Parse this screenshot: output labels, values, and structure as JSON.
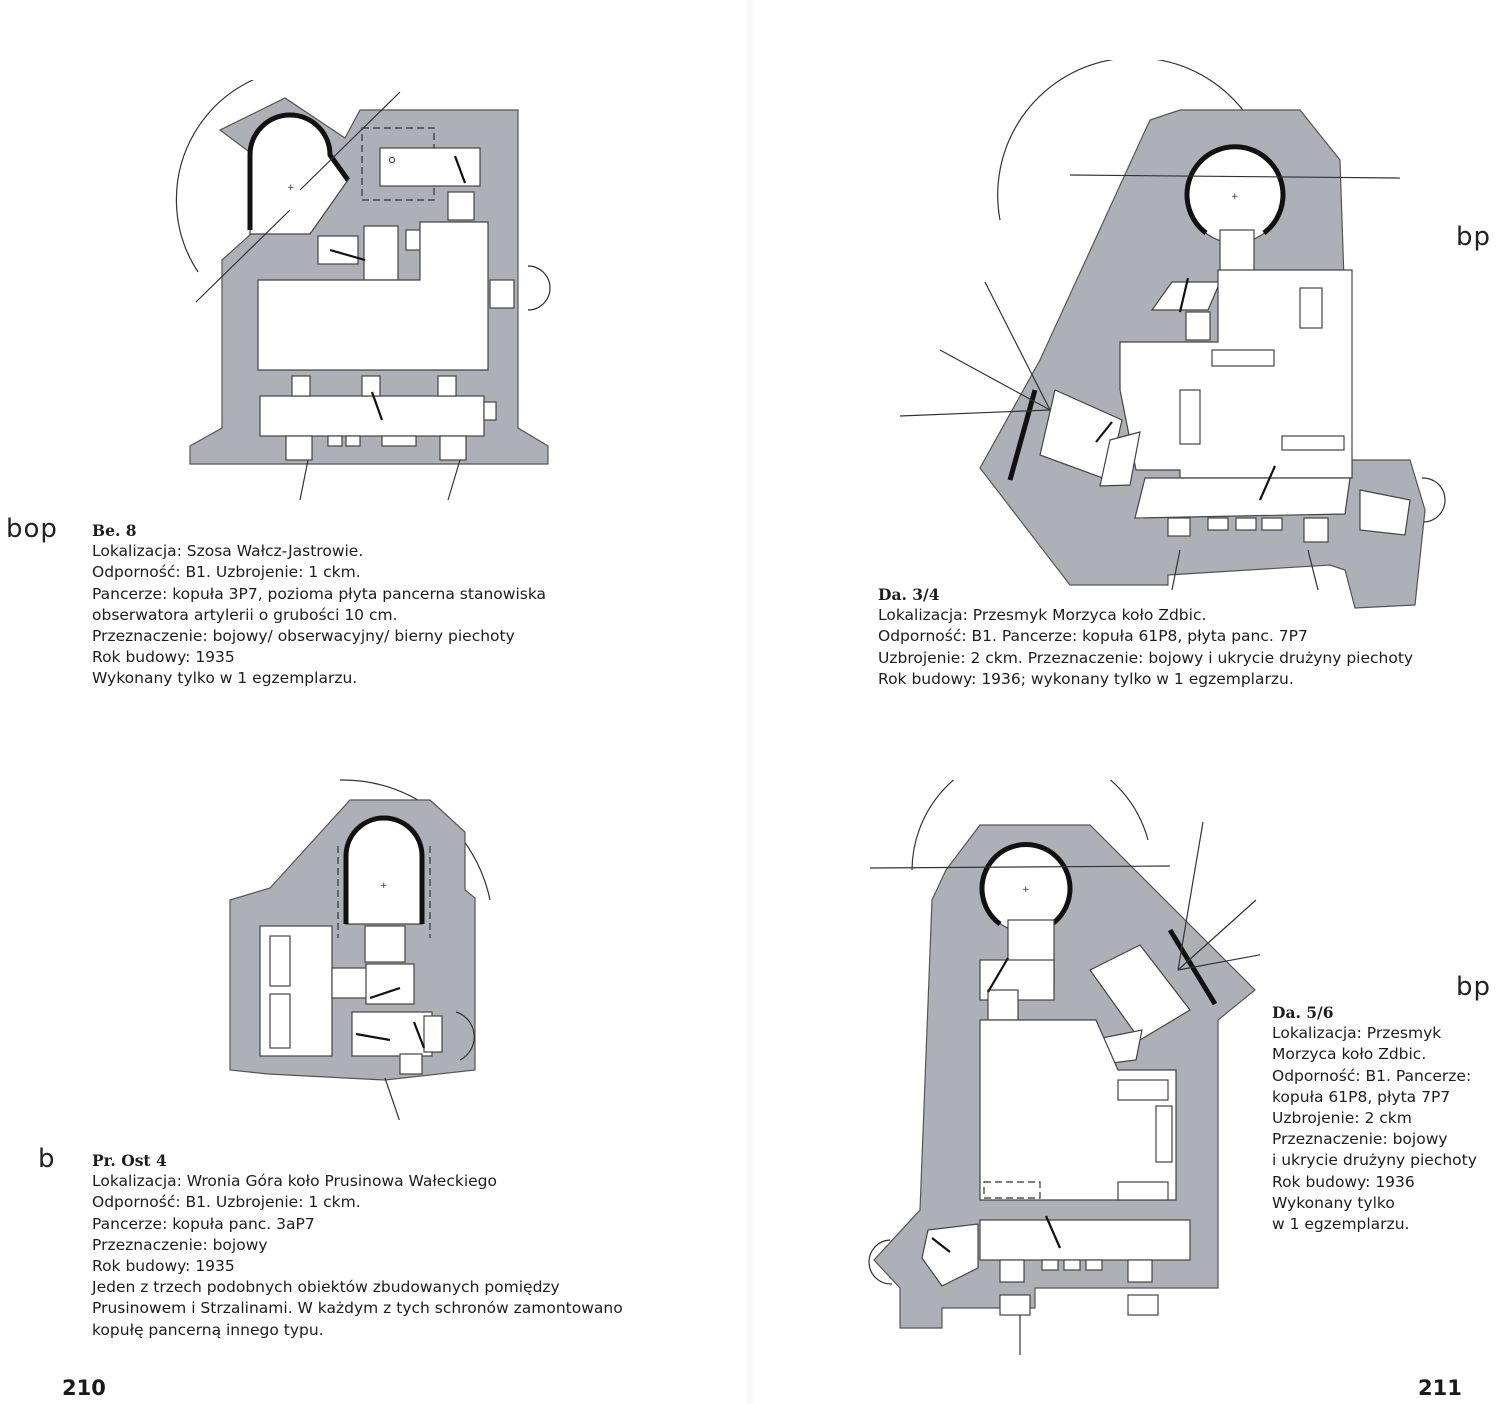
{
  "side_tags": {
    "bop": "bop",
    "bp_top": "bp",
    "b": "b",
    "bp_bottom": "bp"
  },
  "entries": {
    "be8": {
      "title": "Be. 8",
      "lines": [
        "Lokalizacja: Szosa Wałcz-Jastrowie.",
        "Odporność: B1. Uzbrojenie: 1 ckm.",
        "Pancerze: kopuła 3P7, pozioma płyta pancerna stanowiska",
        "obserwatora artylerii o grubości 10 cm.",
        "Przeznaczenie: bojowy/ obserwacyjny/ bierny piechoty",
        "Rok budowy: 1935",
        "Wykonany tylko w 1 egzemplarzu."
      ]
    },
    "da34": {
      "title": "Da. 3/4",
      "lines": [
        "Lokalizacja: Przesmyk Morzyca koło Zdbic.",
        "Odporność: B1. Pancerze: kopuła 61P8, płyta panc. 7P7",
        "Uzbrojenie: 2 ckm. Przeznaczenie: bojowy i ukrycie drużyny piechoty",
        "Rok budowy: 1936; wykonany tylko w 1 egzemplarzu."
      ]
    },
    "prost4": {
      "title": "Pr. Ost 4",
      "lines": [
        "Lokalizacja: Wronia Góra koło Prusinowa Wałeckiego",
        "Odporność: B1. Uzbrojenie: 1 ckm.",
        "Pancerze: kopuła panc. 3aP7",
        "Przeznaczenie: bojowy",
        "Rok budowy: 1935",
        "Jeden z trzech podobnych obiektów zbudowanych pomiędzy",
        "Prusinowem i Strzalinami. W każdym z tych schronów zamontowano",
        "kopułę pancerną innego typu."
      ]
    },
    "da56": {
      "title": "Da. 5/6",
      "lines": [
        "Lokalizacja: Przesmyk",
        "Morzyca koło Zdbic.",
        "Odporność: B1. Pancerze:",
        "kopuła 61P8, płyta 7P7",
        "Uzbrojenie: 2 ckm",
        "Przeznaczenie: bojowy",
        "i ukrycie drużyny piechoty",
        "Rok budowy: 1936",
        "Wykonany tylko",
        "w 1 egzemplarzu."
      ]
    }
  },
  "page_numbers": {
    "left": "210",
    "right": "211"
  },
  "colors": {
    "wall_fill": "#aeb0b8",
    "wall_stroke": "#555555",
    "ink": "#1c1c1c"
  }
}
